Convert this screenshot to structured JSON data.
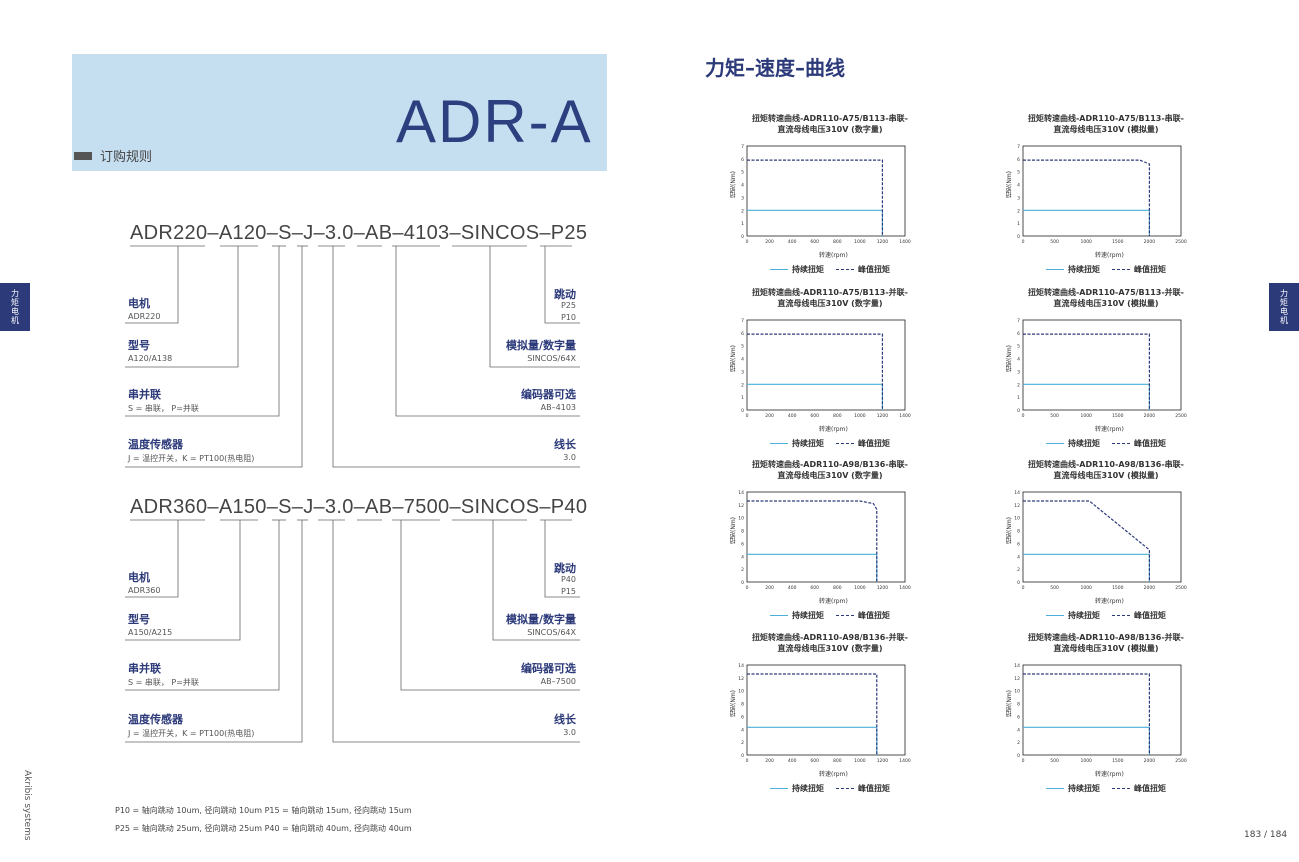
{
  "header": {
    "brand": "ADR-A",
    "order_rules": "订购规则"
  },
  "side_tab": "力矩电机",
  "order1": {
    "code": "ADR220–A120–S–J–3.0–AB–4103–SINCOS–P25",
    "motor": {
      "label": "电机",
      "value": "ADR220"
    },
    "model": {
      "label": "型号",
      "value": "A120/A138"
    },
    "serial": {
      "label": "串并联",
      "value": "S = 串联， P=并联"
    },
    "temp": {
      "label": "温度传感器",
      "value": "J = 温控开关，K = PT100(热电阻)"
    },
    "runout": {
      "label": "跳动",
      "v1": "P25",
      "v2": "P10"
    },
    "signal": {
      "label": "模拟量/数字量",
      "value": "SINCOS/64X"
    },
    "encoder": {
      "label": "编码器可选",
      "value": "AB–4103"
    },
    "cable": {
      "label": "线长",
      "value": "3.0"
    }
  },
  "order2": {
    "code": "ADR360–A150–S–J–3.0–AB–7500–SINCOS–P40",
    "motor": {
      "label": "电机",
      "value": "ADR360"
    },
    "model": {
      "label": "型号",
      "value": "A150/A215"
    },
    "serial": {
      "label": "串并联",
      "value": "S = 串联， P=并联"
    },
    "temp": {
      "label": "温度传感器",
      "value": "J = 温控开关，K = PT100(热电阻)"
    },
    "runout": {
      "label": "跳动",
      "v1": "P40",
      "v2": "P15"
    },
    "signal": {
      "label": "模拟量/数字量",
      "value": "SINCOS/64X"
    },
    "encoder": {
      "label": "编码器可选",
      "value": "AB–7500"
    },
    "cable": {
      "label": "线长",
      "value": "3.0"
    }
  },
  "footnotes": [
    "P10 = 轴向跳动 10um, 径向跳动 10um   P15 = 轴向跳动 15um, 径向跳动 15um",
    "P25 = 轴向跳动 25um, 径向跳动 25um   P40 = 轴向跳动 40um, 径向跳动 40um"
  ],
  "vendor": "Akribis systems",
  "page_number": "183 / 184",
  "page_title": "力矩–速度–曲线",
  "legend": {
    "continuous": "持续扭矩",
    "peak": "峰值扭矩"
  },
  "colors": {
    "continuous": "#4ab0d9",
    "peak": "#2c3a7a",
    "accent": "#2c3a7a",
    "header_bg": "#c6dff0"
  },
  "chart_data": [
    {
      "type": "line",
      "title": "扭矩转速曲线-ADR110-A75/B113-串联-直流母线电压310V (数字量)",
      "xlabel": "转速(rpm)",
      "ylabel": "扭矩(Nm)",
      "xlim": [
        0,
        1400
      ],
      "ylim": [
        0,
        7
      ],
      "xticks": [
        0,
        200,
        400,
        600,
        800,
        1000,
        1200,
        1400
      ],
      "yticks": [
        0,
        1,
        2,
        3,
        4,
        5,
        6,
        7
      ],
      "series": [
        {
          "name": "持续扭矩",
          "x": [
            0,
            1200,
            1200
          ],
          "y": [
            2,
            2,
            0
          ]
        },
        {
          "name": "峰值扭矩",
          "x": [
            0,
            1200,
            1200
          ],
          "y": [
            5.9,
            5.9,
            0
          ]
        }
      ]
    },
    {
      "type": "line",
      "title": "扭矩转速曲线-ADR110-A75/B113-串联-直流母线电压310V (模拟量)",
      "xlabel": "转速(rpm)",
      "ylabel": "扭矩(Nm)",
      "xlim": [
        0,
        2500
      ],
      "ylim": [
        0,
        7
      ],
      "xticks": [
        0,
        500,
        1000,
        1500,
        2000,
        2500
      ],
      "yticks": [
        0,
        1,
        2,
        3,
        4,
        5,
        6,
        7
      ],
      "series": [
        {
          "name": "持续扭矩",
          "x": [
            0,
            2000,
            2000
          ],
          "y": [
            2,
            2,
            0
          ]
        },
        {
          "name": "峰值扭矩",
          "x": [
            0,
            1850,
            2000,
            2000
          ],
          "y": [
            5.9,
            5.9,
            5.6,
            0
          ]
        }
      ]
    },
    {
      "type": "line",
      "title": "扭矩转速曲线-ADR110-A75/B113-并联-直流母线电压310V (数字量)",
      "xlabel": "转速(rpm)",
      "ylabel": "扭矩(Nm)",
      "xlim": [
        0,
        1400
      ],
      "ylim": [
        0,
        7
      ],
      "xticks": [
        0,
        200,
        400,
        600,
        800,
        1000,
        1200,
        1400
      ],
      "yticks": [
        0,
        1,
        2,
        3,
        4,
        5,
        6,
        7
      ],
      "series": [
        {
          "name": "持续扭矩",
          "x": [
            0,
            1200,
            1200
          ],
          "y": [
            2,
            2,
            0
          ]
        },
        {
          "name": "峰值扭矩",
          "x": [
            0,
            1200,
            1200
          ],
          "y": [
            5.9,
            5.9,
            0
          ]
        }
      ]
    },
    {
      "type": "line",
      "title": "扭矩转速曲线-ADR110-A75/B113-并联-直流母线电压310V (模拟量)",
      "xlabel": "转速(rpm)",
      "ylabel": "扭矩(Nm)",
      "xlim": [
        0,
        2500
      ],
      "ylim": [
        0,
        7
      ],
      "xticks": [
        0,
        500,
        1000,
        1500,
        2000,
        2500
      ],
      "yticks": [
        0,
        1,
        2,
        3,
        4,
        5,
        6,
        7
      ],
      "series": [
        {
          "name": "持续扭矩",
          "x": [
            0,
            2000,
            2000
          ],
          "y": [
            2,
            2,
            0
          ]
        },
        {
          "name": "峰值扭矩",
          "x": [
            0,
            2000,
            2000
          ],
          "y": [
            5.9,
            5.9,
            0
          ]
        }
      ]
    },
    {
      "type": "line",
      "title": "扭矩转速曲线-ADR110-A98/B136-串联-直流母线电压310V (数字量)",
      "xlabel": "转速(rpm)",
      "ylabel": "扭矩(Nm)",
      "xlim": [
        0,
        1400
      ],
      "ylim": [
        0,
        14
      ],
      "xticks": [
        0,
        200,
        400,
        600,
        800,
        1000,
        1200,
        1400
      ],
      "yticks": [
        0,
        2,
        4,
        6,
        8,
        10,
        12,
        14
      ],
      "series": [
        {
          "name": "持续扭矩",
          "x": [
            0,
            1150,
            1150
          ],
          "y": [
            4.3,
            4.3,
            0
          ]
        },
        {
          "name": "峰值扭矩",
          "x": [
            0,
            1000,
            1120,
            1150,
            1150
          ],
          "y": [
            12.6,
            12.6,
            12.2,
            11.3,
            0
          ]
        }
      ]
    },
    {
      "type": "line",
      "title": "扭矩转速曲线-ADR110-A98/B136-串联-直流母线电压310V (模拟量)",
      "xlabel": "转速(rpm)",
      "ylabel": "扭矩(Nm)",
      "xlim": [
        0,
        2500
      ],
      "ylim": [
        0,
        14
      ],
      "xticks": [
        0,
        500,
        1000,
        1500,
        2000,
        2500
      ],
      "yticks": [
        0,
        2,
        4,
        6,
        8,
        10,
        12,
        14
      ],
      "series": [
        {
          "name": "持续扭矩",
          "x": [
            0,
            2000,
            2000
          ],
          "y": [
            4.3,
            4.3,
            0
          ]
        },
        {
          "name": "峰值扭矩",
          "x": [
            0,
            1050,
            2000,
            2000
          ],
          "y": [
            12.6,
            12.6,
            5.0,
            0
          ]
        }
      ]
    },
    {
      "type": "line",
      "title": "扭矩转速曲线-ADR110-A98/B136-并联-直流母线电压310V (数字量)",
      "xlabel": "转速(rpm)",
      "ylabel": "扭矩(Nm)",
      "xlim": [
        0,
        1400
      ],
      "ylim": [
        0,
        14
      ],
      "xticks": [
        0,
        200,
        400,
        600,
        800,
        1000,
        1200,
        1400
      ],
      "yticks": [
        0,
        2,
        4,
        6,
        8,
        10,
        12,
        14
      ],
      "series": [
        {
          "name": "持续扭矩",
          "x": [
            0,
            1150,
            1150
          ],
          "y": [
            4.3,
            4.3,
            0
          ]
        },
        {
          "name": "峰值扭矩",
          "x": [
            0,
            1150,
            1150
          ],
          "y": [
            12.6,
            12.6,
            0
          ]
        }
      ]
    },
    {
      "type": "line",
      "title": "扭矩转速曲线-ADR110-A98/B136-并联-直流母线电压310V (模拟量)",
      "xlabel": "转速(rpm)",
      "ylabel": "扭矩(Nm)",
      "xlim": [
        0,
        2500
      ],
      "ylim": [
        0,
        14
      ],
      "xticks": [
        0,
        500,
        1000,
        1500,
        2000,
        2500
      ],
      "yticks": [
        0,
        2,
        4,
        6,
        8,
        10,
        12,
        14
      ],
      "series": [
        {
          "name": "持续扭矩",
          "x": [
            0,
            2000,
            2000
          ],
          "y": [
            4.3,
            4.3,
            0
          ]
        },
        {
          "name": "峰值扭矩",
          "x": [
            0,
            2000,
            2000
          ],
          "y": [
            12.6,
            12.6,
            0
          ]
        }
      ]
    }
  ]
}
